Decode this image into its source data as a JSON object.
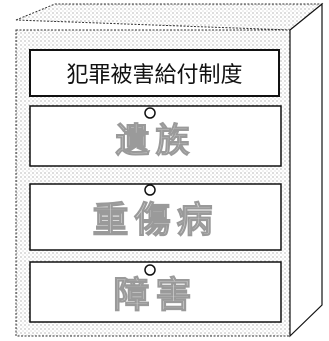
{
  "cabinet": {
    "label": "犯罪被害給付制度",
    "drawers": [
      {
        "label": "遺族"
      },
      {
        "label": "重傷病"
      },
      {
        "label": "障害"
      }
    ]
  },
  "colors": {
    "outline": "#111111",
    "stipple": "#7a7a7a",
    "drawer_text_fill": "#d9d9d9",
    "drawer_text_stroke": "#9a9a9a"
  }
}
